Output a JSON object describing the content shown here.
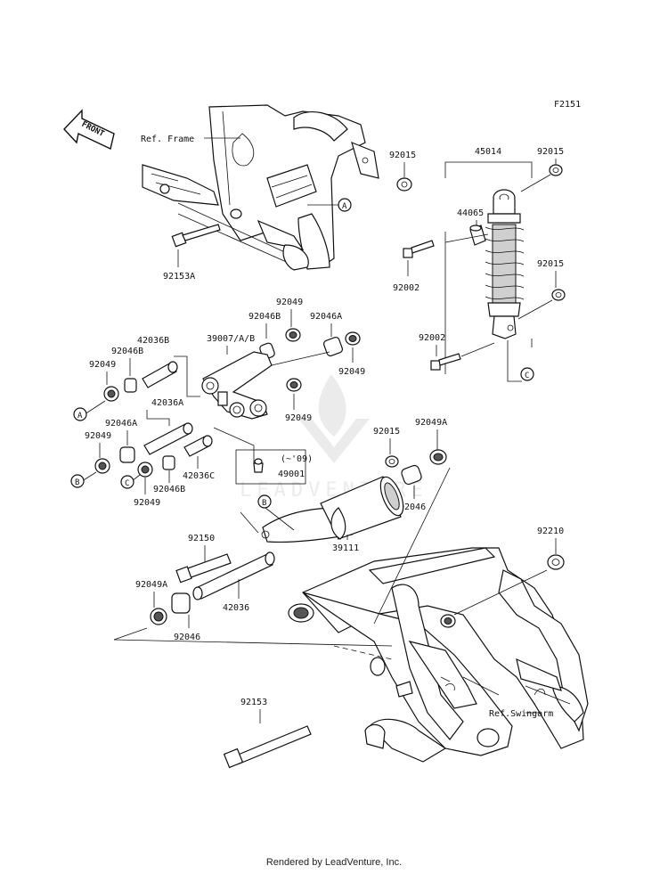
{
  "figure_code": "F2151",
  "direction_arrow": "FRONT",
  "reference_labels": {
    "frame": "Ref. Frame",
    "swingarm": "Ref.Swingarm",
    "year_note": "(~'09)"
  },
  "callouts": [
    "A",
    "B",
    "C"
  ],
  "parts": {
    "p92015_a": "92015",
    "p92153A": "92153A",
    "p45014": "45014",
    "p92015_b": "92015",
    "p44065": "44065",
    "p92002_a": "92002",
    "p92015_c": "92015",
    "p92002_b": "92002",
    "p92049_top": "92049",
    "p92046B_top": "92046B",
    "p92046A_top": "92046A",
    "p42036B": "42036B",
    "p39007": "39007/A/B",
    "p92046B_left": "92046B",
    "p92049_left": "92049",
    "p92049_right": "92049",
    "p42036A": "42036A",
    "p92049_mid": "92049",
    "p92046A_left": "92046A",
    "p92049_b": "92049",
    "p42036C": "42036C",
    "p92046B_low": "92046B",
    "p92049_c": "92049",
    "p49001": "49001",
    "p92015_d": "92015",
    "p92049A_top": "92049A",
    "p92046_right": "92046",
    "p39111": "39111",
    "p92150": "92150",
    "p92049A_low": "92049A",
    "p42036": "42036",
    "p92046_low": "92046",
    "p92210": "92210",
    "p92153": "92153"
  },
  "watermark": "LEADVENTURE",
  "footer_text": "Rendered by LeadVenture, Inc."
}
